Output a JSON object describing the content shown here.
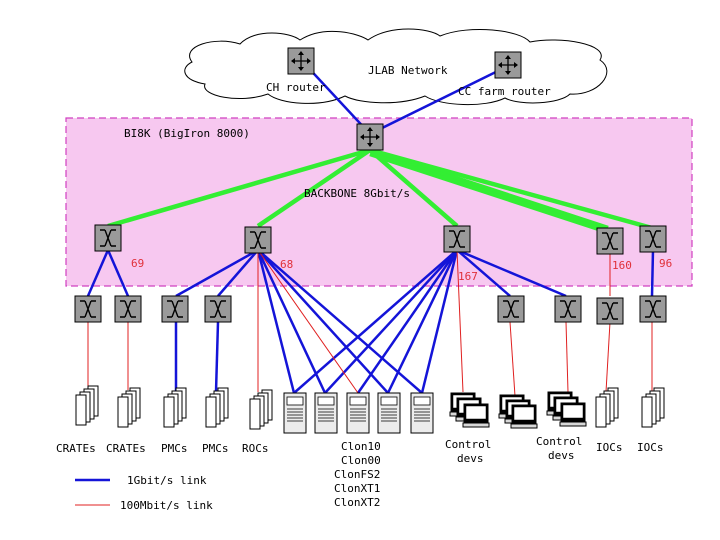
{
  "cloud": {
    "network_label": "JLAB Network",
    "ch_router": "CH router",
    "cc_router": "CC farm router"
  },
  "backbone": {
    "box_title": "BI8K (BigIron 8000)",
    "label": "BACKBONE 8Gbit/s"
  },
  "port_counts": [
    "69",
    "68",
    "167",
    "160",
    "96"
  ],
  "bottom_labels": {
    "crates1": "CRATEs",
    "crates2": "CRATEs",
    "pmcs1": "PMCs",
    "pmcs2": "PMCs",
    "rocs": "ROCs",
    "clon": [
      "Clon10",
      "Clon00",
      "ClonFS2",
      "ClonXT1",
      "ClonXT2"
    ],
    "control1": [
      "Control",
      "devs"
    ],
    "control2": [
      "Control",
      "devs"
    ],
    "iocs1": "IOCs",
    "iocs2": "IOCs"
  },
  "legend": {
    "gigabit": "1Gbit/s link",
    "fast": "100Mbit/s link"
  },
  "colors": {
    "backbone": "#33ee33",
    "gigabit": "#1414d8",
    "fast": "#e02020",
    "box_fill": "#f7c8f0",
    "box_border": "#d040c0",
    "switch_fill": "#9a9a9a"
  }
}
